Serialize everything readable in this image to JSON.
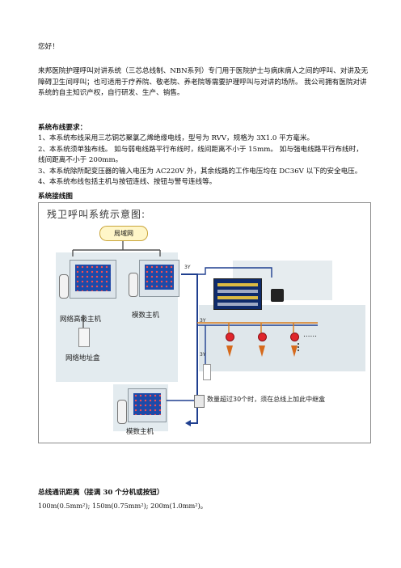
{
  "greeting": "您好！",
  "intro": "来邦医院护理呼叫对讲系统（三芯总线制、NBN系列）专门用于医院护士与病床病人之间的呼叫、对讲及无障碍卫生间呼叫；也可适用于疗养院、敬老院、养老院等需要护理呼叫与对讲的场所。 我公司拥有医院对讲系统的自主知识产权，自行研发、生产、销售。",
  "requirements": {
    "heading": "系统布线要求",
    "items": [
      "1、本系统布线采用三芯铜芯聚氯乙烯绝缘电线，型号为 RVV，规格为 3X1.0 平方毫米。",
      "2、本系统须单独布线。 如与弱电线路平行布线时，线间距离不小于 15mm。 如与强电线路平行布线时，线间距离不小于 200mm。",
      "3、本系统除所配变压器的输入电压为 AC220V 外，其余线路的工作电压均在 DC36V 以下的安全电压。",
      "4、本系统布线包括主机与按钮连线、按钮与警号连线等。"
    ]
  },
  "diagram": {
    "heading": "系统接线图",
    "title": "残卫呼叫系统示意图:",
    "lan": "局域网",
    "labels": {
      "network_host": "网络高级主机",
      "analog_host_1": "模数主机",
      "address_box": "网络地址盒",
      "analog_host_2": "模数主机",
      "relay_note": "数量超过30个时，须在总线上加此中继盒",
      "ellipsis": "……"
    },
    "wire_marks": [
      "3Y",
      "3Y",
      "3Y"
    ]
  },
  "distance": {
    "heading": "总线通讯距离（接满 30 个分机或按钮）",
    "text": "100m(0.5mm²); 150m(0.75mm²); 200m(1.0mm²)。"
  }
}
